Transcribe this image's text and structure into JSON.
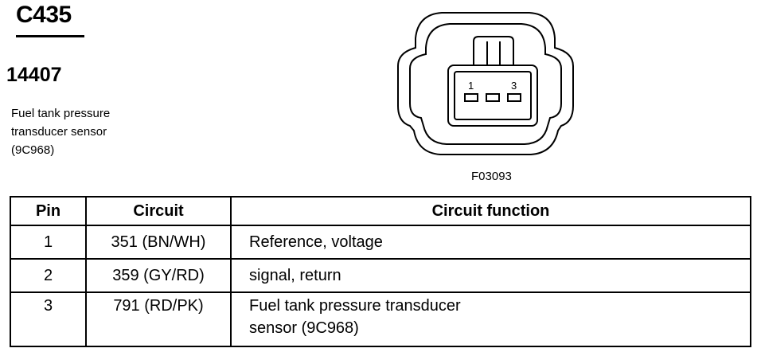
{
  "connector": {
    "id": "C435",
    "part_number": "14407"
  },
  "component": {
    "description_lines": [
      "Fuel tank pressure",
      "transducer sensor",
      "(9C968)"
    ]
  },
  "diagram": {
    "figure_id": "F03093",
    "pin_labels": {
      "first": "1",
      "last": "3"
    }
  },
  "table": {
    "headers": {
      "pin": "Pin",
      "circuit": "Circuit",
      "function": "Circuit function"
    },
    "rows": [
      {
        "pin": "1",
        "circuit": "351 (BN/WH)",
        "function": [
          "Reference, voltage"
        ]
      },
      {
        "pin": "2",
        "circuit": "359 (GY/RD)",
        "function": [
          "signal, return"
        ]
      },
      {
        "pin": "3",
        "circuit": "791 (RD/PK)",
        "function": [
          "Fuel tank pressure transducer",
          "sensor (9C968)"
        ]
      }
    ]
  }
}
